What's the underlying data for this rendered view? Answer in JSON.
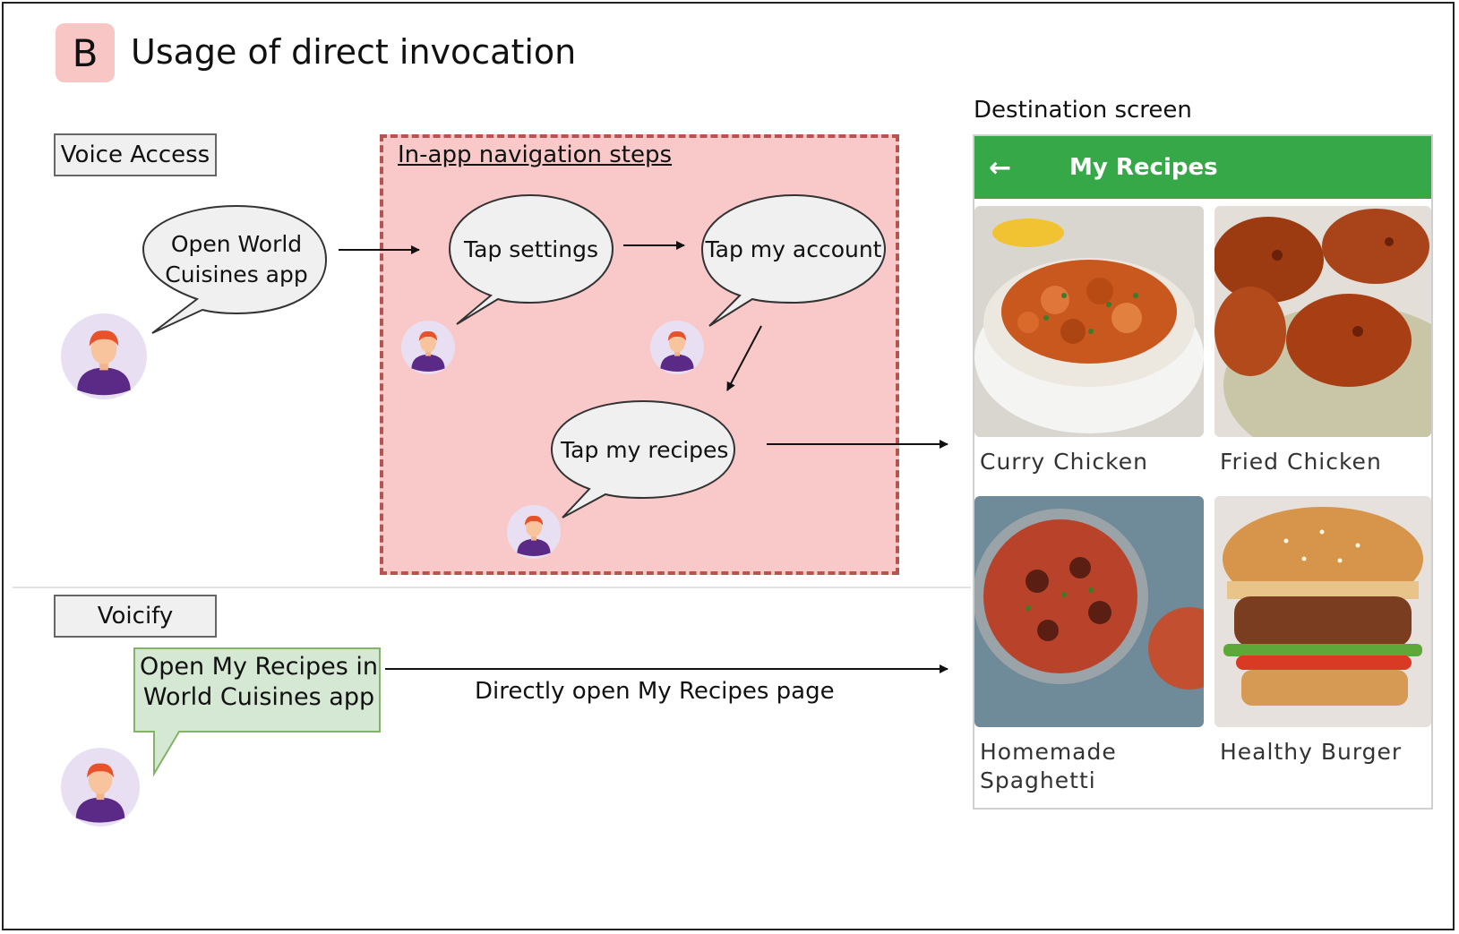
{
  "panel": {
    "badge": "B",
    "title": "Usage of direct invocation"
  },
  "voice_access": {
    "label": "Voice Access",
    "command": "Open World Cuisines app"
  },
  "navigation": {
    "title": "In-app navigation steps",
    "steps": [
      "Tap settings",
      "Tap my account",
      "Tap my recipes"
    ]
  },
  "voicify": {
    "label": "Voicify",
    "command": "Open My Recipes in World Cuisines app",
    "direct_label": "Directly open My Recipes page"
  },
  "destination": {
    "label": "Destination screen",
    "app_bar_title": "My Recipes",
    "back_icon": "arrow-left-icon",
    "recipes": [
      "Curry Chicken",
      "Fried Chicken",
      "Homemade Spaghetti",
      "Healthy Burger"
    ]
  },
  "colors": {
    "badge": "#f9c6c6",
    "nav_area_fill": "#f9c8c8",
    "nav_area_border": "#b85450",
    "app_bar": "#36a847",
    "voicify_bubble_fill": "#d5e8d4",
    "voicify_bubble_border": "#82b366",
    "speech_bubble_fill": "#f0f0f0"
  }
}
